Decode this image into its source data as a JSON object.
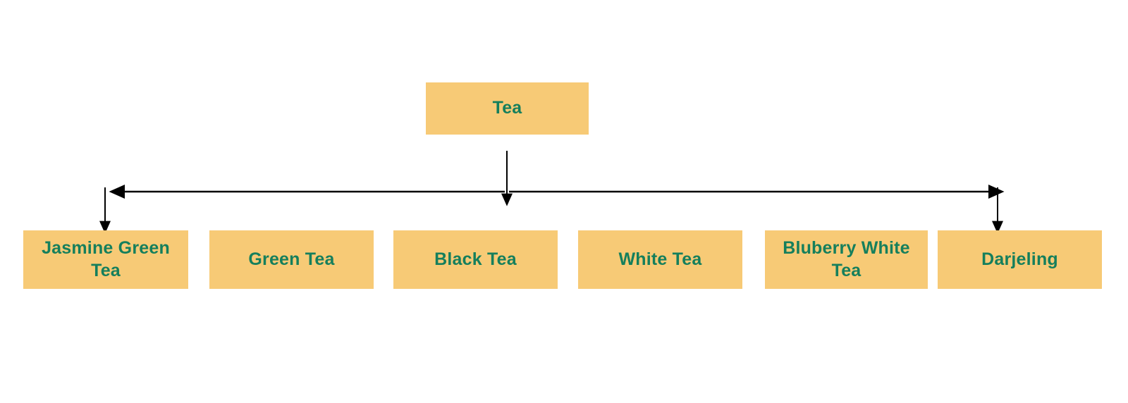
{
  "diagram": {
    "type": "hierarchy-tree",
    "title": "Tea",
    "root": {
      "label": "Tea"
    },
    "children": [
      {
        "label": "Jasmine Green Tea"
      },
      {
        "label": "Green Tea"
      },
      {
        "label": "Black Tea"
      },
      {
        "label": "White Tea"
      },
      {
        "label": "Bluberry White Tea"
      },
      {
        "label": "Darjeling"
      }
    ],
    "colors": {
      "node_fill": "#f7ca76",
      "node_text": "#157f5c",
      "connector": "#000000",
      "background": "#ffffff"
    },
    "connectors": {
      "root_drop_label": "root-down-arrow",
      "spine_label": "horizontal-distribution-line",
      "left_drop_label": "left-down-arrow",
      "right_drop_label": "right-down-arrow"
    }
  }
}
